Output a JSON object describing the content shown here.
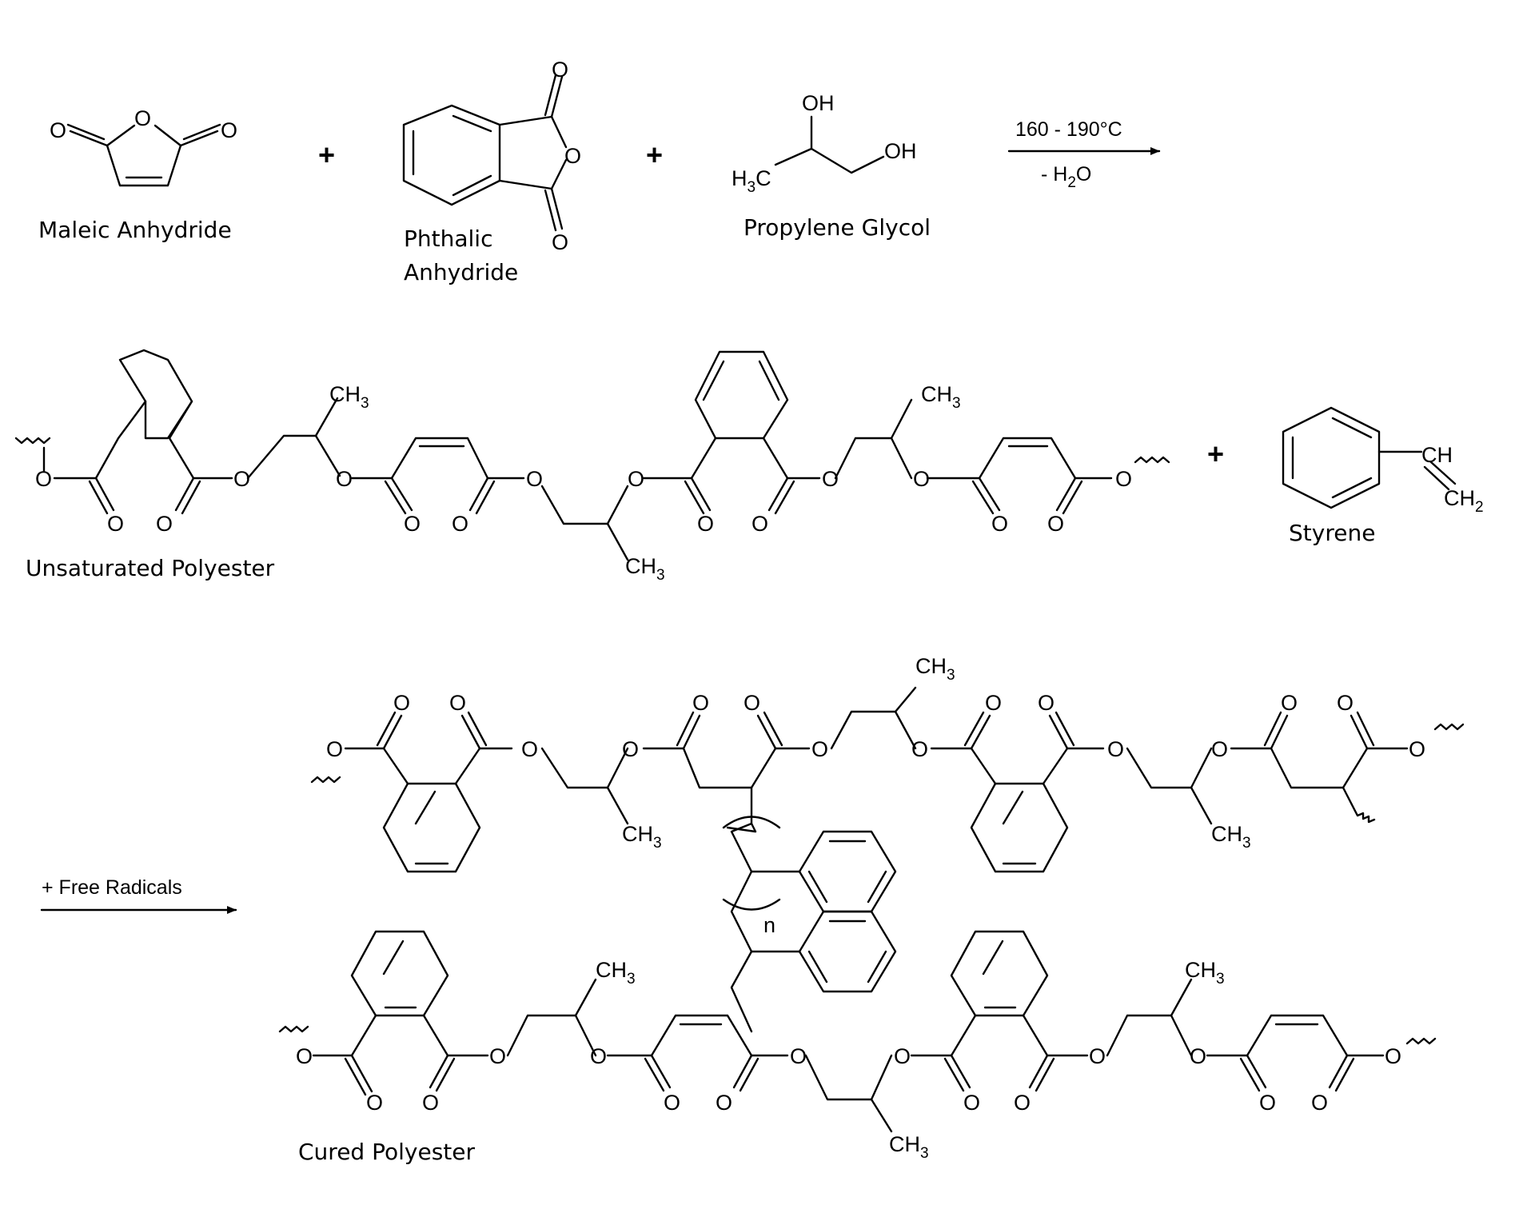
{
  "reactants": {
    "maleic_anhydride": "Maleic Anhydride",
    "phthalic_anhydride_line1": "Phthalic",
    "phthalic_anhydride_line2": "Anhydride",
    "propylene_glycol": "Propylene Glycol"
  },
  "step1": {
    "temperature": "160 - 190°C",
    "byproduct_prefix": "- H",
    "byproduct_sub": "2",
    "byproduct_suffix": "O"
  },
  "intermediates": {
    "unsaturated_polyester": "Unsaturated Polyester",
    "styrene": "Styrene"
  },
  "step2": {
    "condition": "+ Free Radicals"
  },
  "product": {
    "cured_polyester": "Cured Polyester",
    "repeat_index": "n"
  },
  "operators": {
    "plus": "+"
  },
  "atoms": {
    "oxygen": "O",
    "hydroxyl": "OH",
    "carbon_h": "CH",
    "h": "H",
    "c": "C",
    "sub2": "2",
    "sub3": "3"
  }
}
